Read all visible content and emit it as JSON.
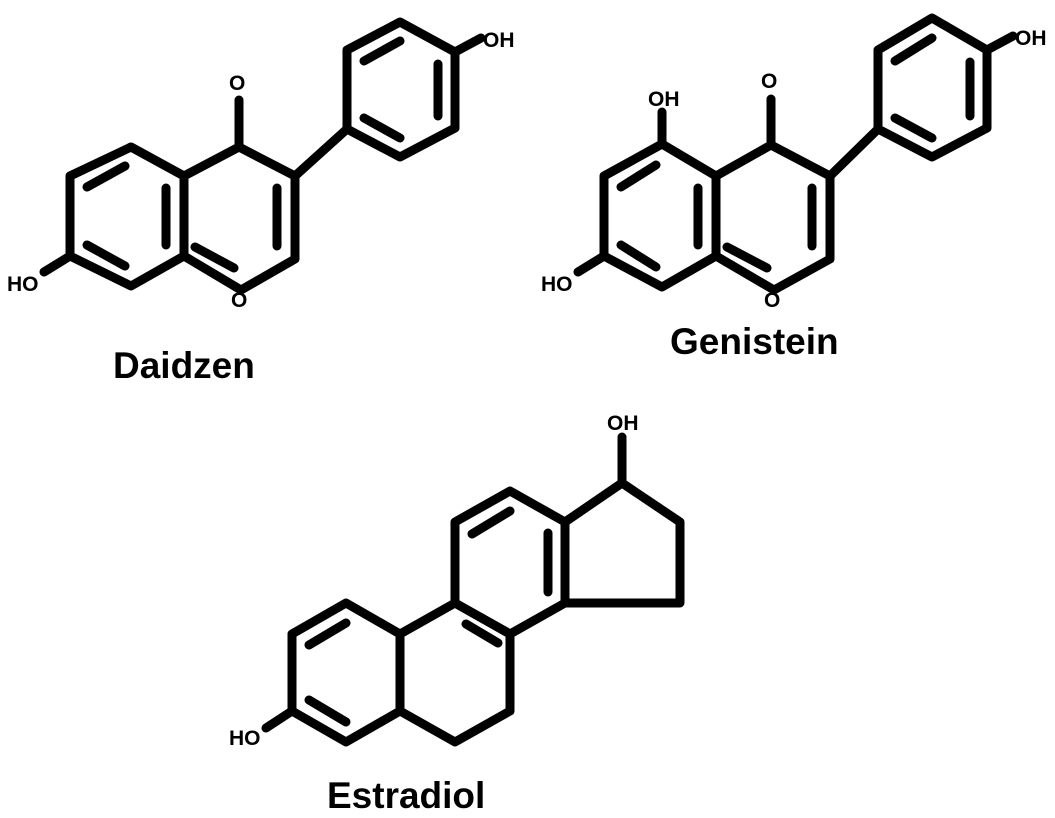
{
  "figure": {
    "molecules": [
      {
        "name": "Daidzen",
        "atom_labels": {
          "oh_top": "OH",
          "ho_left": "HO",
          "carbonyl_o": "O",
          "ring_o": "O"
        }
      },
      {
        "name": "Genistein",
        "atom_labels": {
          "oh_top": "OH",
          "oh_5": "OH",
          "ho_left": "HO",
          "carbonyl_o": "O",
          "ring_o": "O"
        }
      },
      {
        "name": "Estradiol",
        "atom_labels": {
          "oh_top": "OH",
          "ho_left": "HO"
        }
      }
    ],
    "colors": {
      "ink": "#000000",
      "background": "#ffffff"
    }
  }
}
